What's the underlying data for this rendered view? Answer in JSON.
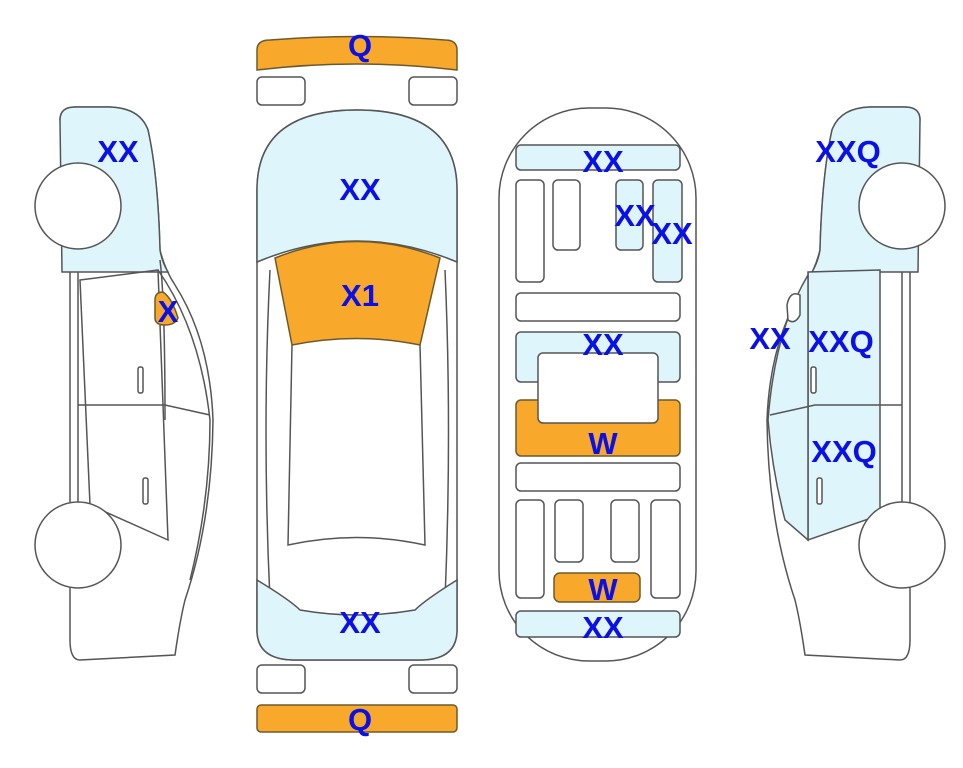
{
  "colors": {
    "damage_light": "#dff5fc",
    "damage_heavy": "#f8a82a",
    "label": "#0a10e6"
  },
  "labels": {
    "front_bumper": "Q",
    "left_front_fender": "XX",
    "left_a_pillar": "X",
    "hood": "XX",
    "windshield": "X1",
    "rear_trunk": "XX",
    "rear_bumper": "Q",
    "roof_front": "XX",
    "roof_panel_a": "XX",
    "roof_panel_b": "XX",
    "roof_middle": "XX",
    "roof_sunroof": "W",
    "roof_rear_small": "W",
    "roof_rear": "XX",
    "right_front_fender": "XXQ",
    "right_a_pillar": "XX",
    "right_front_door": "XXQ",
    "right_rear_door": "XXQ"
  }
}
